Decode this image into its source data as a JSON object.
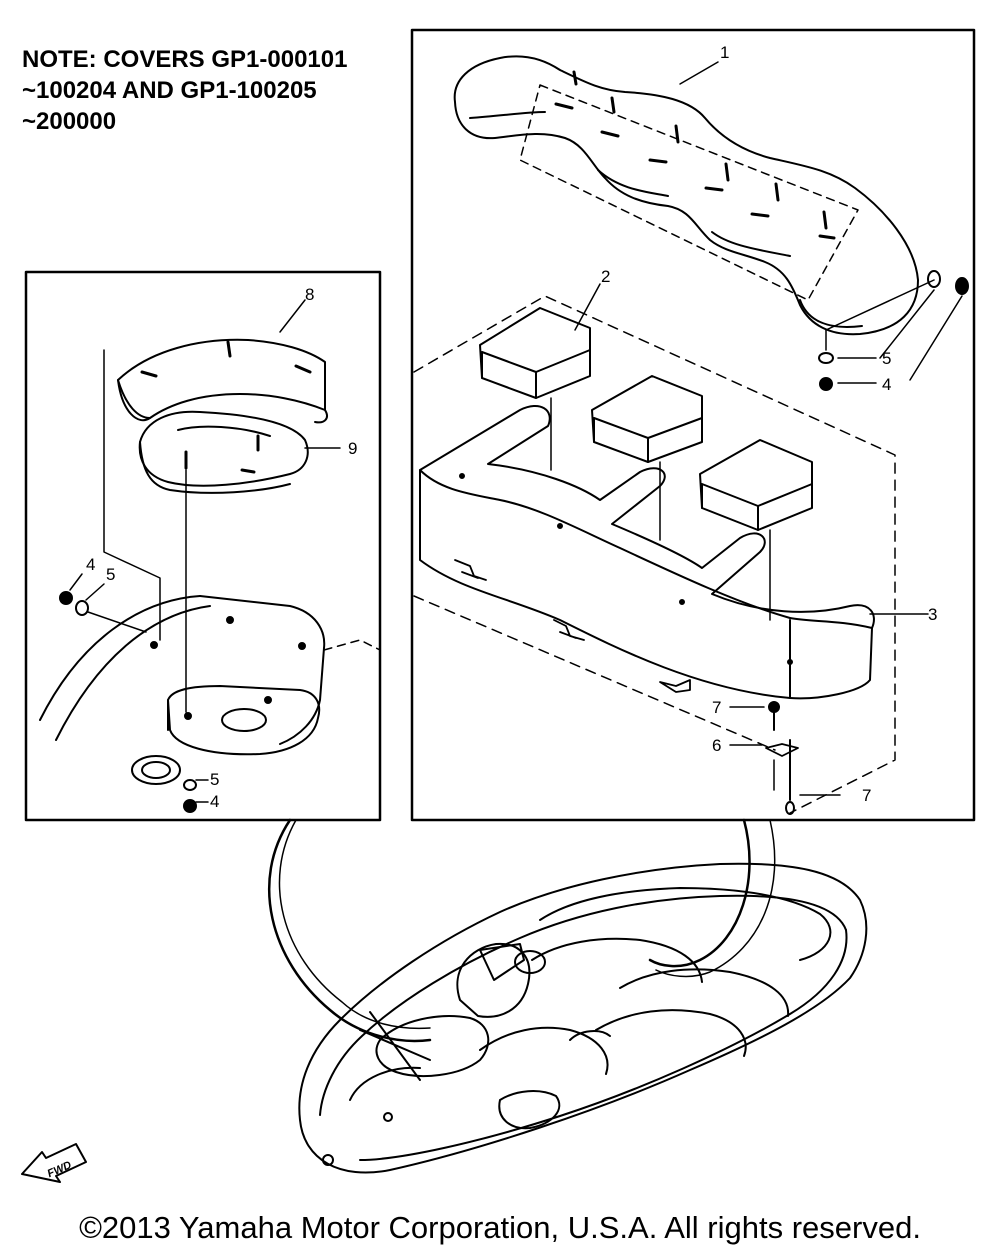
{
  "note": {
    "lines": "NOTE: COVERS GP1-000101\n~100204 AND GP1-100205\n~200000"
  },
  "copyright": "©2013 Yamaha Motor Corporation, U.S.A. All rights reserved.",
  "direction_badge": "FWD",
  "callouts": {
    "p1": "1",
    "p2": "2",
    "p3": "3",
    "p4_right": "4",
    "p5_right": "5",
    "p6": "6",
    "p7_upper": "7",
    "p7_lower": "7",
    "p8": "8",
    "p9": "9",
    "p4_left_upper": "4",
    "p5_left_upper": "5",
    "p5_left_lower": "5",
    "p4_left_lower": "4"
  }
}
